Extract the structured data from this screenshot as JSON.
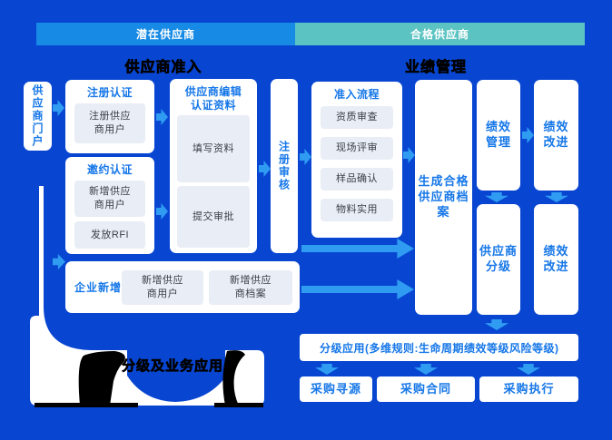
{
  "header": {
    "potential_label": "潜在供应商",
    "qualified_label": "合格供应商"
  },
  "sections": {
    "admission_title": "供应商准入",
    "performance_title": "业绩管理",
    "application_title": "分级及业务应用"
  },
  "portal": {
    "label": "供应商门户"
  },
  "register_cert": {
    "title": "注册认证",
    "items": [
      "注册供应\n商用户"
    ]
  },
  "invite_cert": {
    "title": "邀约认证",
    "items": [
      "新增供应\n商用户",
      "发放RFI"
    ]
  },
  "editor": {
    "title": "供应商编辑\n认证资料",
    "items": [
      "填写资料",
      "提交审批"
    ]
  },
  "review": {
    "label": "注册审核"
  },
  "admission_flow": {
    "title": "准入流程",
    "items": [
      "资质审查",
      "现场评审",
      "样品确认",
      "物料实用"
    ]
  },
  "archive": {
    "label": "生成合格\n供应商档\n案"
  },
  "performance": {
    "manage": "绩效\n管理",
    "improve_top": "绩效\n改进",
    "grading": "供应商\n分级",
    "improve_bottom": "绩效\n改进"
  },
  "enterprise_add": {
    "title": "企业新增",
    "items": [
      "新增供应\n商用户",
      "新增供应\n商档案"
    ]
  },
  "grading_application": {
    "rules_label": "分级应用(多维规则:生命周期绩效等级风险等级)",
    "procurement": [
      "采购寻源",
      "采购合同",
      "采购执行"
    ]
  },
  "colors": {
    "background": "#0846D2",
    "bar_potential": "#168AE4",
    "bar_qualified": "#5BC3C1",
    "arrow": "#2F9CF2",
    "title_blue": "#1677E8",
    "subbox": "#E9EDF5"
  }
}
